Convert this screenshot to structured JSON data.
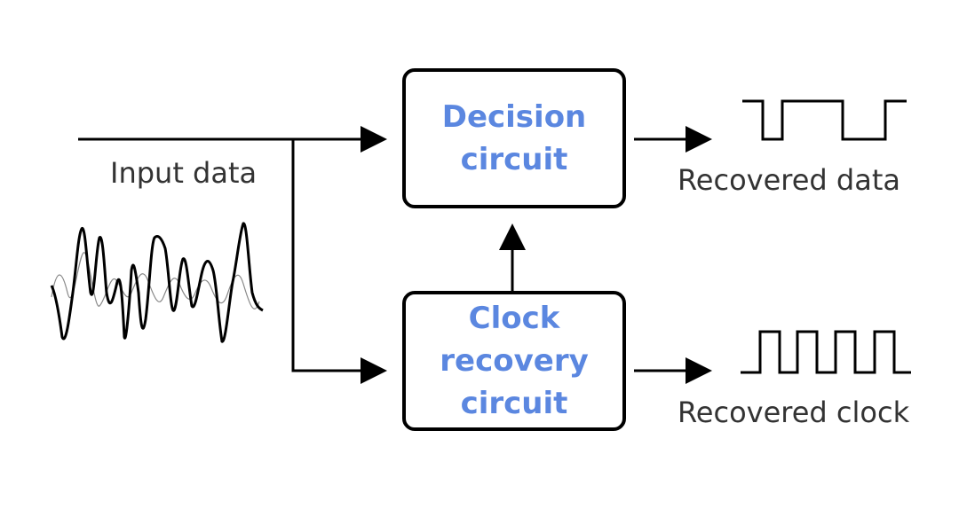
{
  "input_label": "Input data",
  "decision_box": {
    "line1": "Decision",
    "line2": "circuit"
  },
  "clock_box": {
    "line1": "Clock",
    "line2": "recovery",
    "line3": "circuit"
  },
  "output_data_label": "Recovered data",
  "output_clock_label": "Recovered clock",
  "colors": {
    "box_text": "#5b87e0",
    "line": "#000000",
    "label": "#333333"
  }
}
